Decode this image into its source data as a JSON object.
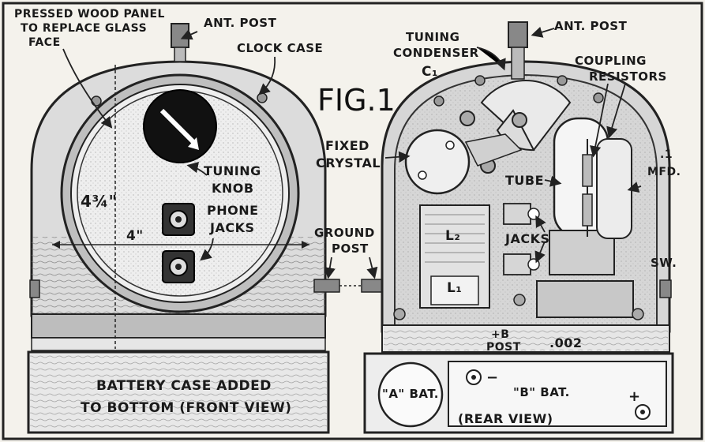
{
  "figure": {
    "title": "FIG.1",
    "front_view": {
      "panel_label": [
        "PRESSED WOOD PANEL",
        "TO REPLACE GLASS",
        "FACE"
      ],
      "ant_post": "ANT. POST",
      "clock_case": "CLOCK CASE",
      "tuning_knob": [
        "TUNING",
        "KNOB"
      ],
      "phone_jacks": [
        "PHONE",
        "JACKS"
      ],
      "height_dim": "4¾\"",
      "width_dim": "4\"",
      "battery_case": [
        "BATTERY CASE ADDED",
        "TO BOTTOM (FRONT VIEW)"
      ]
    },
    "rear_view": {
      "ant_post": "ANT. POST",
      "tuning_condenser": [
        "TUNING",
        "CONDENSER",
        "C₁"
      ],
      "coupling_resistors": [
        "COUPLING",
        "RESISTORS"
      ],
      "fixed_crystal": [
        "FIXED",
        "CRYSTAL"
      ],
      "tube": "TUBE",
      "capacitor": [
        ".1",
        "MFD."
      ],
      "jacks": "JACKS",
      "coil_l2": "L₂",
      "coil_l1": "L₁",
      "sw": "SW.",
      "b_post": [
        "+B",
        "POST"
      ],
      "cap_002": ".002",
      "a_bat": "\"A\" BAT.",
      "b_bat": "\"B\" BAT.",
      "minus": "−",
      "plus": "+",
      "rear_label": "(REAR VIEW)"
    },
    "ground_post": [
      "GROUND",
      "POST"
    ]
  }
}
